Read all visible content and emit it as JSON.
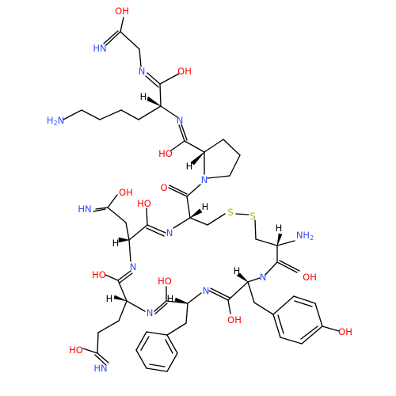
{
  "colors": {
    "bond": "#000000",
    "O": "#ff0000",
    "N": "#3050f8",
    "S": "#b2b200",
    "H": "#000000"
  },
  "atom_labels": [
    {
      "id": "oh-gly-top",
      "text": "OH",
      "el": "O"
    },
    {
      "id": "nh-gly-top",
      "text": "HN",
      "el": "N"
    },
    {
      "id": "n-gly-imine",
      "text": "N",
      "el": "N"
    },
    {
      "id": "oh-lys",
      "text": "OH",
      "el": "O"
    },
    {
      "id": "h-lys",
      "text": "H",
      "el": "H"
    },
    {
      "id": "n-lys-imine",
      "text": "N",
      "el": "N"
    },
    {
      "id": "nh2-lys",
      "text": "H2N",
      "el": "N"
    },
    {
      "id": "oh-pro",
      "text": "HO",
      "el": "O"
    },
    {
      "id": "h-pro",
      "text": "H",
      "el": "H"
    },
    {
      "id": "n-pro",
      "text": "N",
      "el": "N"
    },
    {
      "id": "o-pro-carbonyl",
      "text": "O",
      "el": "O"
    },
    {
      "id": "h-cys2",
      "text": "H",
      "el": "H"
    },
    {
      "id": "n-cys2-imine",
      "text": "N",
      "el": "N"
    },
    {
      "id": "oh-cys2",
      "text": "HO",
      "el": "O"
    },
    {
      "id": "s1",
      "text": "S",
      "el": "S"
    },
    {
      "id": "s2",
      "text": "S",
      "el": "S"
    },
    {
      "id": "nh2-cys1",
      "text": "NH2",
      "el": "N"
    },
    {
      "id": "h-cys1",
      "text": "H",
      "el": "H"
    },
    {
      "id": "n-cys1-imine",
      "text": "N",
      "el": "N"
    },
    {
      "id": "oh-cys1",
      "text": "OH",
      "el": "O"
    },
    {
      "id": "nh-asn",
      "text": "HN",
      "el": "N"
    },
    {
      "id": "oh-asn-side",
      "text": "OH",
      "el": "O"
    },
    {
      "id": "h-asn",
      "text": "H",
      "el": "H"
    },
    {
      "id": "n-asn-imine",
      "text": "N",
      "el": "N"
    },
    {
      "id": "oh-gln",
      "text": "HO",
      "el": "O"
    },
    {
      "id": "h-gln",
      "text": "H",
      "el": "H"
    },
    {
      "id": "n-gln-imine",
      "text": "N",
      "el": "N"
    },
    {
      "id": "oh-phe",
      "text": "HO",
      "el": "O"
    },
    {
      "id": "h-phe",
      "text": "H",
      "el": "H"
    },
    {
      "id": "n-phe-imine",
      "text": "N",
      "el": "N"
    },
    {
      "id": "h-tyr",
      "text": "H",
      "el": "H"
    },
    {
      "id": "oh-tyr-amide",
      "text": "OH",
      "el": "O"
    },
    {
      "id": "oh-tyr-ring",
      "text": "OH",
      "el": "O"
    },
    {
      "id": "oh-gln-side",
      "text": "HO",
      "el": "O"
    },
    {
      "id": "nh-gln-side",
      "text": "HN",
      "el": "N"
    }
  ]
}
